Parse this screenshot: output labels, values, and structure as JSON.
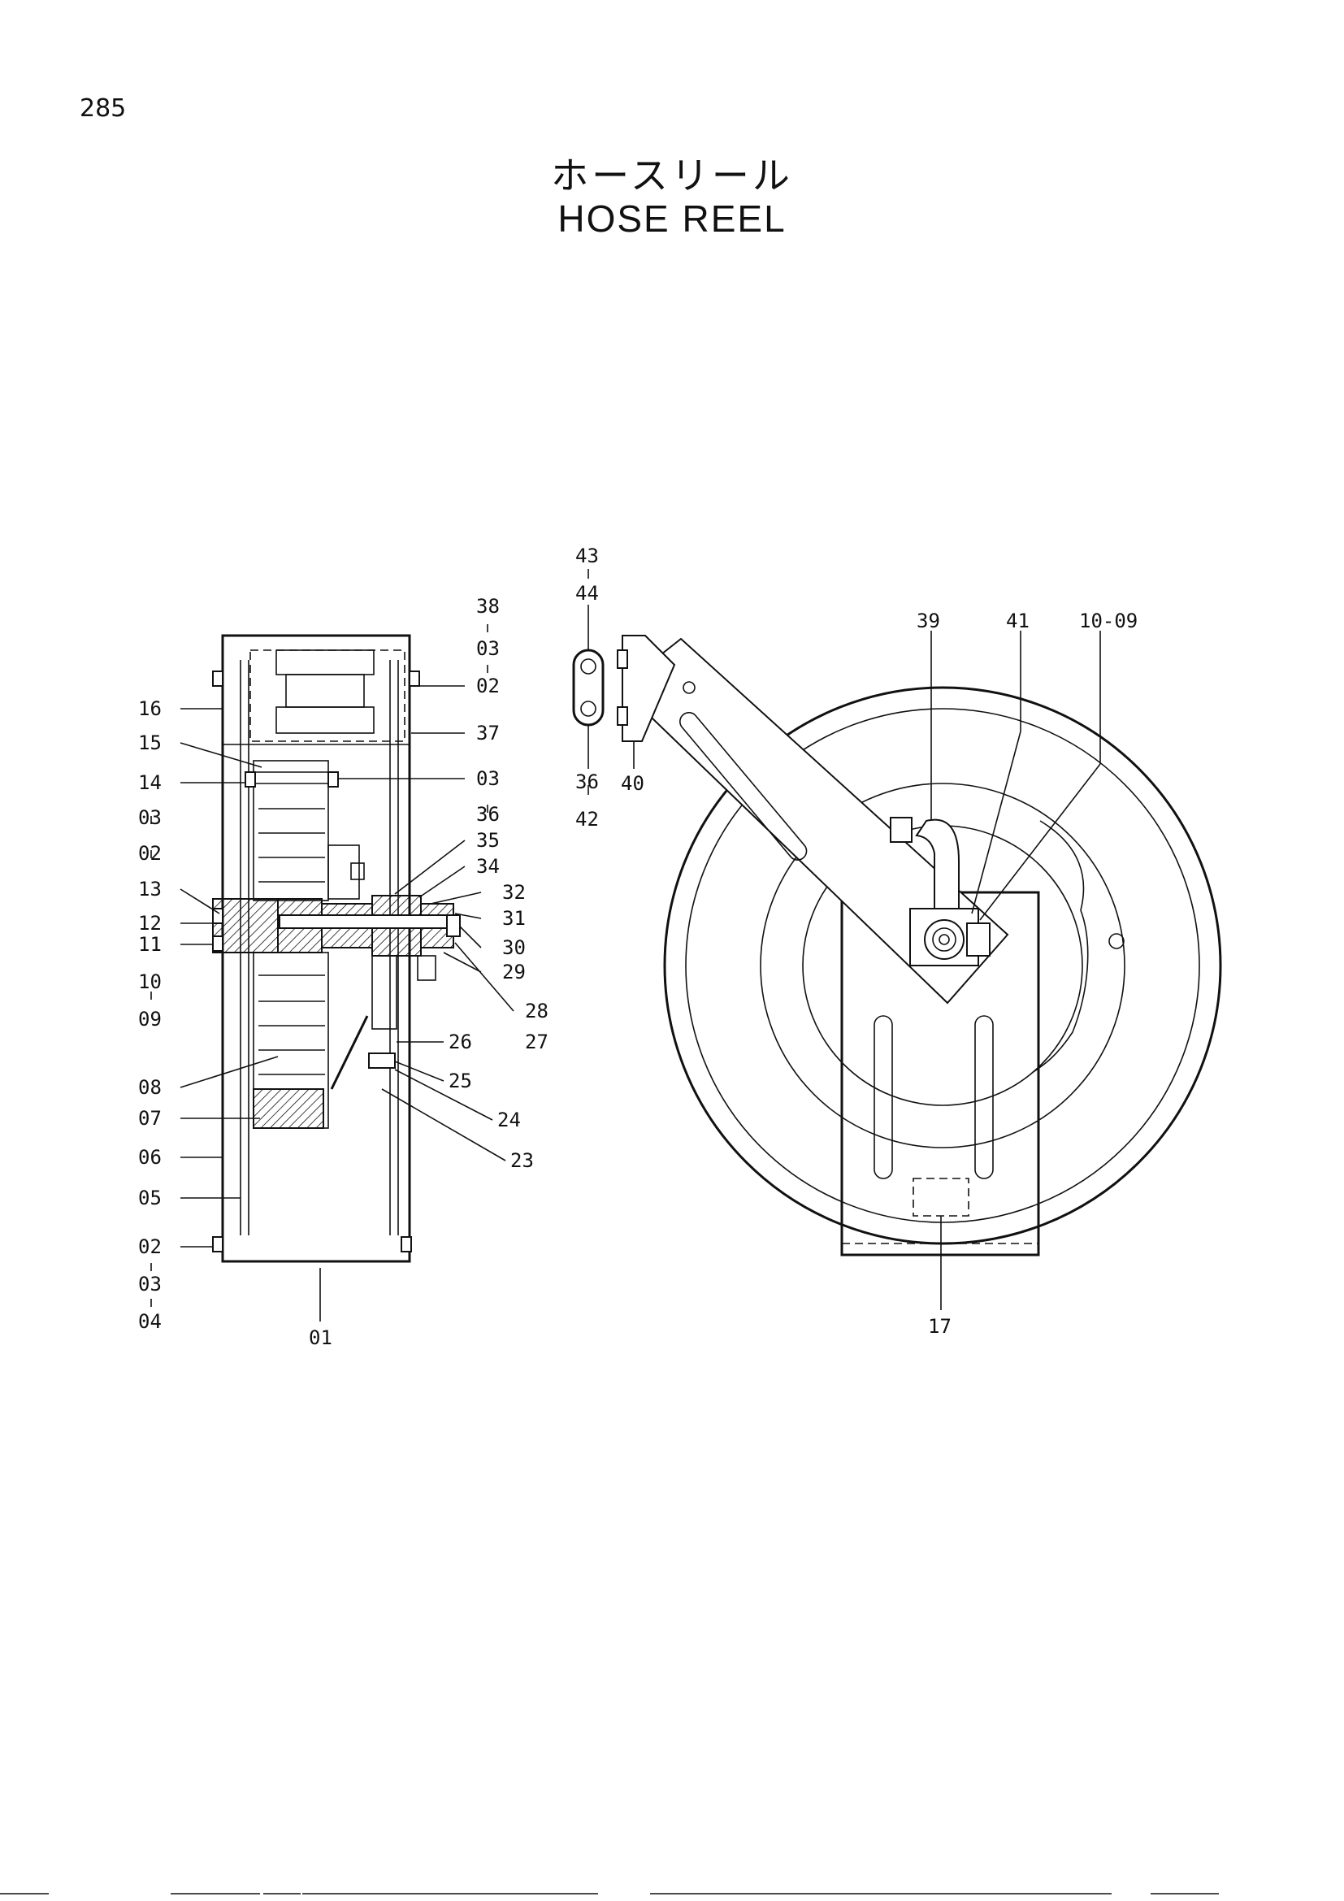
{
  "page_number": "285",
  "title_jp": "ホースリール",
  "title_en": "HOSE   REEL",
  "labels": {
    "l38": "38",
    "l03a": "03",
    "l02a": "02",
    "l16": "16",
    "l37": "37",
    "l15": "15",
    "l14": "14",
    "l03b": "03",
    "l36a": "36",
    "l03c": "03",
    "l02b": "02",
    "l35": "35",
    "l34": "34",
    "l13": "13",
    "l32": "32",
    "l31": "31",
    "l12": "12",
    "l30": "30",
    "l11": "11",
    "l29": "29",
    "l10": "10",
    "l28": "28",
    "l09": "09",
    "l27": "27",
    "l26": "26",
    "l08": "08",
    "l25": "25",
    "l07": "07",
    "l24": "24",
    "l06": "06",
    "l23": "23",
    "l05": "05",
    "l02c": "02",
    "l03d": "03",
    "l04": "04",
    "l01": "01",
    "l43": "43",
    "l44": "44",
    "l36b": "36",
    "l40": "40",
    "l42": "42",
    "l39": "39",
    "l41": "41",
    "l1009": "10-09",
    "l17": "17"
  }
}
